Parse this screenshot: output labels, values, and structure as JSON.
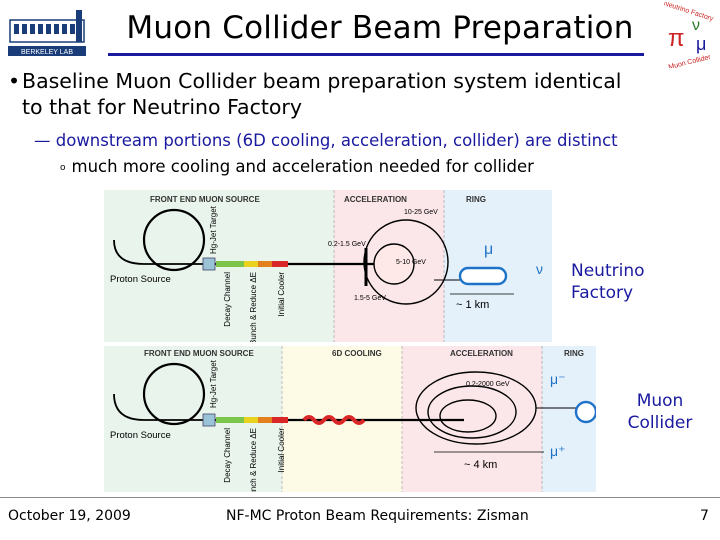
{
  "slide": {
    "title": "Muon Collider Beam Preparation",
    "bullet1_line1": "Baseline Muon Collider beam preparation system identical",
    "bullet1_line2": "to that for Neutrino Factory",
    "sub_bullet": "— downstream portions (6D cooling, acceleration, collider) are distinct",
    "sub_sub_marker": "o",
    "sub_sub_bullet": "much more cooling and acceleration needed for collider"
  },
  "logos": {
    "left_text": "BERKELEY LAB",
    "right_top": "Neutrino Factory",
    "right_bottom": "Muon Collider"
  },
  "diagram_nf": {
    "header_front_end": "FRONT END MUON SOURCE",
    "header_acceleration": "ACCELERATION",
    "header_ring": "RING",
    "target_label": "Hg-Jet Target",
    "proton_source": "Proton Source",
    "decay_channel": "Decay Channel",
    "bunch_reduce": "Bunch & Reduce ΔE",
    "initial_cooler": "Initial Cooler",
    "energy_10_25": "10-25 GeV",
    "energy_02_15": "0.2-1.5 GeV",
    "energy_5_10": "5-10 GeV",
    "energy_15_5": "1.5-5 GeV",
    "mu_symbol": "μ",
    "nu_symbol": "ν",
    "ring_size": "~ 1 km"
  },
  "diagram_mc": {
    "header_front_end": "FRONT END MUON SOURCE",
    "header_6d": "6D COOLING",
    "header_acceleration": "ACCELERATION",
    "header_ring": "RING",
    "target_label": "Hg-Jet Target",
    "proton_source": "Proton Source",
    "decay_channel": "Decay Channel",
    "bunch_reduce": "Bunch & Reduce ΔE",
    "initial_cooler": "Initial Cooler",
    "energy_range": "0.2-2000 GeV",
    "mu_minus": "μ⁻",
    "mu_plus": "μ⁺",
    "ring_size": "~ 4 km"
  },
  "labels": {
    "neutrino_factory_line1": "Neutrino",
    "neutrino_factory_line2": "Factory",
    "muon_collider_line1": "Muon",
    "muon_collider_line2": "Collider"
  },
  "footer": {
    "date": "October 19, 2009",
    "center": "NF-MC Proton Beam Requirements: Zisman",
    "page": "7"
  },
  "colors": {
    "title_rule": "#1a1aa0",
    "accent_blue": "#1a1aa0",
    "front_end_bg": "#e8f4ec",
    "cooling_bg": "#fdfbe6",
    "accel_bg": "#fbe6ea",
    "ring_bg": "#e4f1fa"
  }
}
